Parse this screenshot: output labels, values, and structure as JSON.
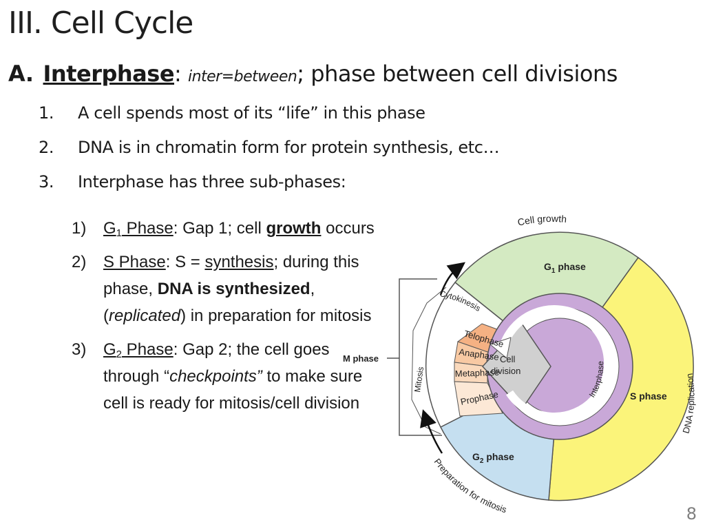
{
  "slide": {
    "title": "III. Cell Cycle",
    "page_number": "8"
  },
  "section_a": {
    "letter": "A.",
    "term": "Interphase",
    "colon": ": ",
    "definition": "inter=between",
    "rest": "; phase between cell divisions"
  },
  "points": [
    {
      "num": "1.",
      "text": "A cell spends most of its “life” in this phase"
    },
    {
      "num": "2.",
      "text": "DNA is in chromatin form for protein synthesis, etc…"
    },
    {
      "num": "3.",
      "text": "Interphase has three sub-phases:"
    }
  ],
  "subphases": {
    "g1": {
      "num": "1)",
      "letter": "G",
      "sub": "1",
      "name": " Phase",
      "text1": ": Gap 1; cell ",
      "bold": "growth",
      "text2": " occurs"
    },
    "s": {
      "num": "2)",
      "name": "S Phase",
      "text1": ": S = ",
      "underline": "synthesis",
      "text2": "; during this phase, ",
      "bold": "DNA is synthesized",
      "text3": ", (",
      "italic": "replicated",
      "text4": ") in preparation for mitosis"
    },
    "g2": {
      "num": "3)",
      "letter": "G",
      "sub": "2",
      "name": " Phase",
      "text1": ": Gap 2; the cell goes through “",
      "italic": "checkpoints”",
      "text2": " to make sure cell is ready for mitosis/cell division"
    }
  },
  "diagram": {
    "cell_growth": "Cell growth",
    "g1_label": "G",
    "g1_sub": "1",
    "g1_word": " phase",
    "s_label": "S phase",
    "dna_replication": "DNA replication",
    "g2_label": "G",
    "g2_sub": "2",
    "g2_word": " phase",
    "prep_mitosis": "Preparation for mitosis",
    "m_phase": "M phase",
    "mitosis": "Mitosis",
    "interphase": "Interphase",
    "cell_division_1": "Cell",
    "cell_division_2": "division",
    "stages": [
      "Cytokinesis",
      "Telophase",
      "Anaphase",
      "Metaphase",
      "Prophase"
    ],
    "colors": {
      "g1": "#d4eac2",
      "s": "#fbf47a",
      "g2": "#c5dff0",
      "interphase_ring": "#c9a8d8",
      "center": "#d0d0d0",
      "telophase": "#f5b183",
      "anaphase": "#f8c9a3",
      "metaphase": "#fad9bc",
      "prophase": "#fce8d6",
      "cytokinesis": "#ffffff"
    }
  }
}
